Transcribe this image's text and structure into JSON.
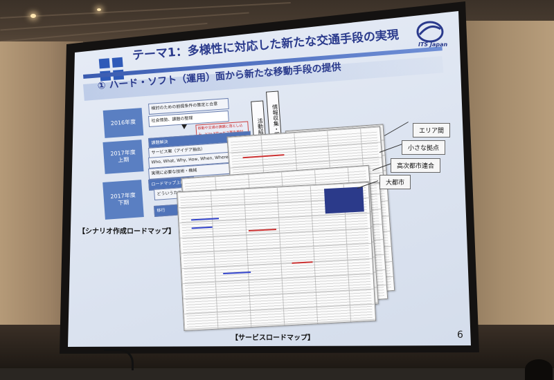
{
  "slide": {
    "title": "テーマ1：多様性に対応した新たな交通手段の実現",
    "subtitle": "① ハード・ソフト（運用）面から新たな移動手段の提供",
    "logo_text": "ITS Japan",
    "page_number": "6"
  },
  "roadmap": {
    "years": [
      "2016年度",
      "2017年度\n上期",
      "2017年度\n下期"
    ],
    "steps": [
      "検討のための前提条件の策定と合意",
      "社会情勢、課題の整理",
      "課題解決",
      "サービス案（アイデア抽出）",
      "Who, What, Why, How, When, Where, ...",
      "実現に必要な技術・機械",
      "ロードマップ上に",
      "どういうカテゴリーで",
      "移行"
    ],
    "callout": "移動や交通の課題に落とし込み、V to Xサービス案を検討",
    "vertical_boxes": [
      "活動紹介",
      "情報収集・蓄"
    ],
    "caption": "【シナリオ作成ロードマップ】"
  },
  "service_map": {
    "labels": [
      "エリア間",
      "小さな拠点",
      "高次都市連合",
      "大都市"
    ],
    "caption": "【サービスロードマップ】"
  },
  "colors": {
    "title": "#2a3a8c",
    "accent": "#3a5bb0",
    "year_box": "#5a7fc2"
  }
}
